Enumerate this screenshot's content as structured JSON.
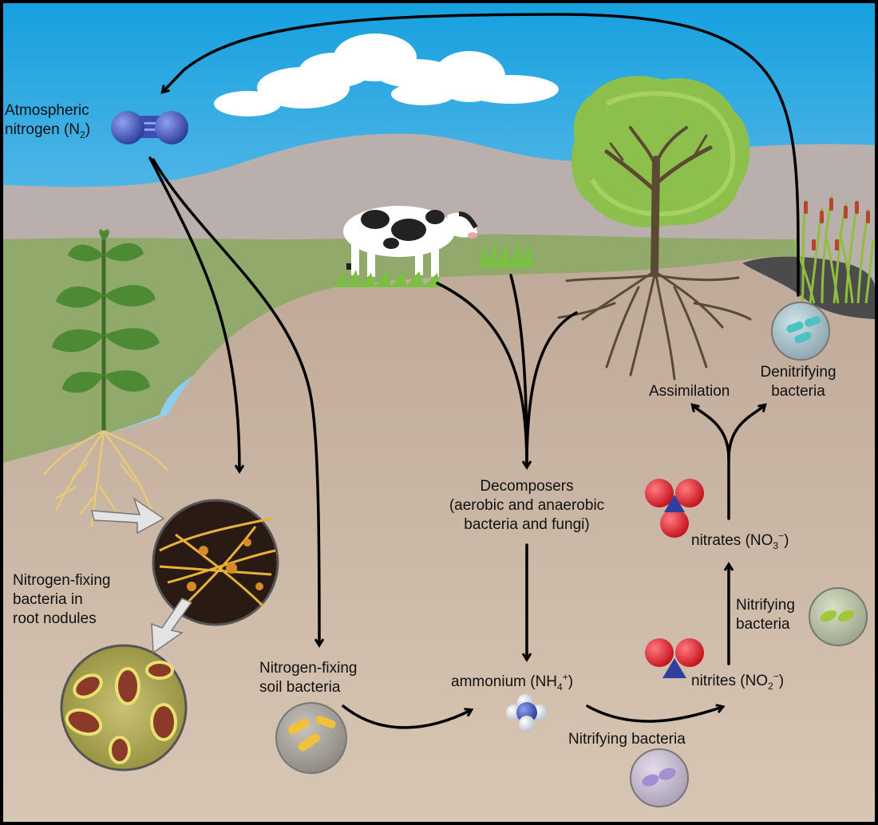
{
  "atmospheric_nitrogen": {
    "line1": "Atmospheric",
    "line2_pre": "nitrogen (N",
    "line2_sub": "2",
    "line2_post": ")"
  },
  "nodules_label": {
    "line1": "Nitrogen-fixing",
    "line2": "bacteria in",
    "line3": "root nodules"
  },
  "soil_bacteria": {
    "line1": "Nitrogen-fixing",
    "line2": "soil bacteria"
  },
  "decomposers": {
    "line1": "Decomposers",
    "line2": "(aerobic and anaerobic",
    "line3": "bacteria and fungi)"
  },
  "ammonium": {
    "pre": "ammonium (NH",
    "sub": "4",
    "sup": "+",
    "post": ")"
  },
  "nitrifying_bottom": "Nitrifying bacteria",
  "nitrites": {
    "pre": "nitrites (NO",
    "sub": "2",
    "sup": "−",
    "post": ")"
  },
  "nitrifying_right": {
    "line1": "Nitrifying",
    "line2": "bacteria"
  },
  "nitrates": {
    "pre": "nitrates (NO",
    "sub": "3",
    "sup": "−",
    "post": ")"
  },
  "assimilation": "Assimilation",
  "denitrifying": {
    "line1": "Denitrifying",
    "line2": "bacteria"
  },
  "colors": {
    "sky_top": "#1aa3e0",
    "sky_bottom": "#e8f4fb",
    "mountain": "#b7acaa",
    "hill": "#8fa96a",
    "soil": "#cdb8a5",
    "arrow": "#000000",
    "nitrogen_atom": "#3a4fb0",
    "oxygen_atom": "#e0232b"
  }
}
